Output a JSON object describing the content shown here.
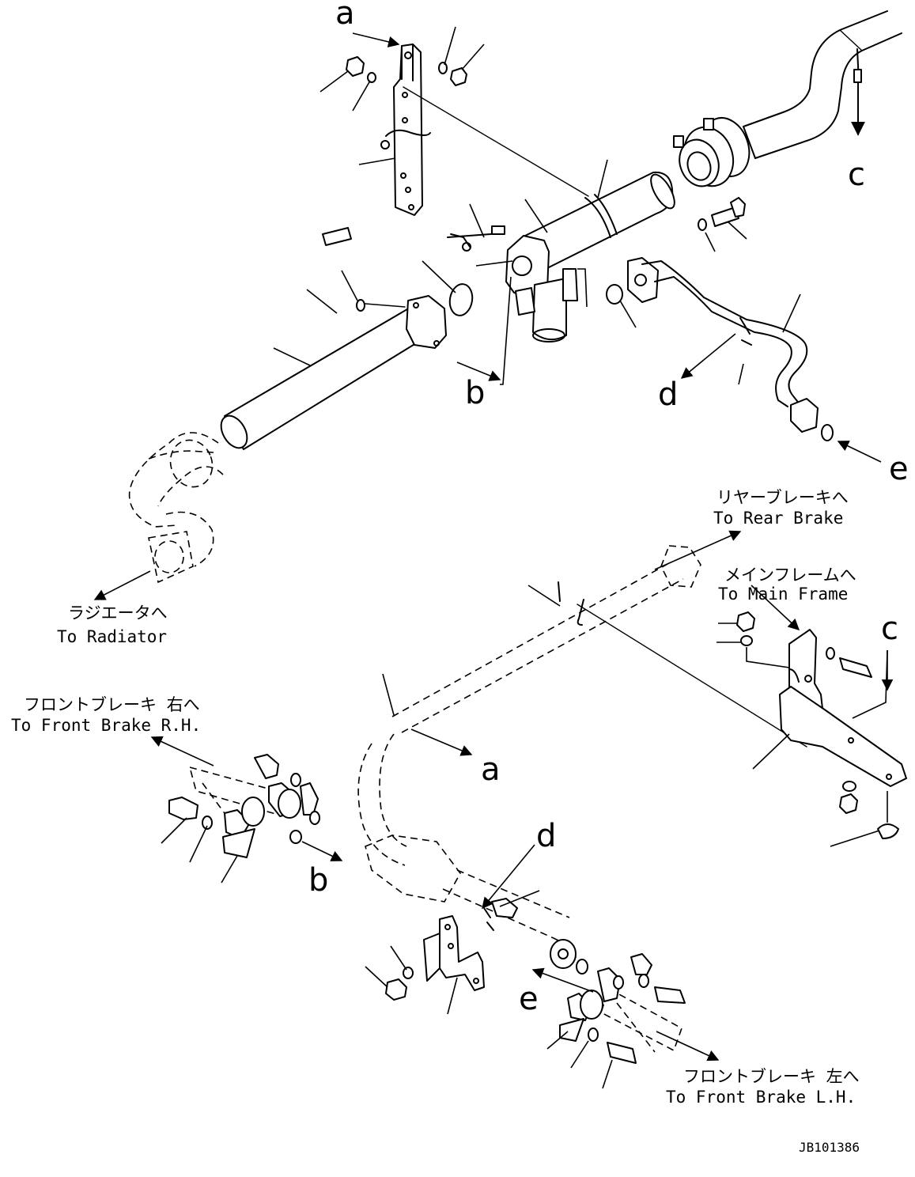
{
  "callouts": {
    "a": "a",
    "b": "b",
    "c": "c",
    "d": "d",
    "e": "e"
  },
  "destinations": {
    "rear_brake": {
      "jp": "リヤーブレーキへ",
      "en": "To Rear Brake"
    },
    "main_frame": {
      "jp": "メインフレームへ",
      "en": "To Main Frame"
    },
    "radiator": {
      "jp": "ラジエータへ",
      "en": "To Radiator"
    },
    "front_brake_rh": {
      "jp": "フロントブレーキ 右へ",
      "en": "To Front Brake R.H."
    },
    "front_brake_lh": {
      "jp": "フロントブレーキ 左へ",
      "en": "To Front Brake L.H."
    }
  },
  "drawing_code": "JB101386"
}
